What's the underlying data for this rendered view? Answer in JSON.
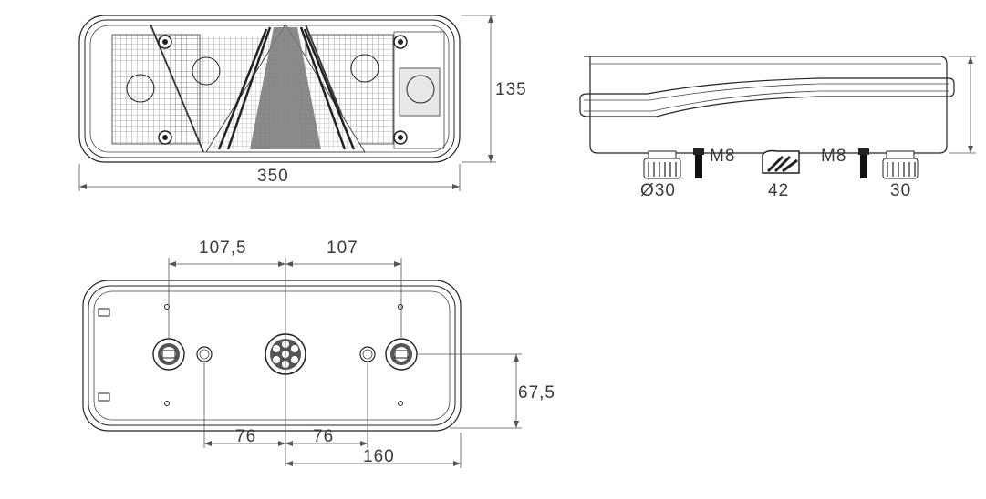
{
  "dimensions": {
    "front_width": "350",
    "front_height": "135",
    "left_offset": "107,5",
    "right_offset": "107",
    "vertical_offset": "67,5",
    "left_spacing": "76",
    "right_spacing": "76",
    "bottom_span": "160"
  },
  "side_labels": {
    "thread_left": "M8",
    "thread_right": "M8",
    "connector_left": "Ø30",
    "connector_center": "42",
    "connector_right": "30"
  }
}
